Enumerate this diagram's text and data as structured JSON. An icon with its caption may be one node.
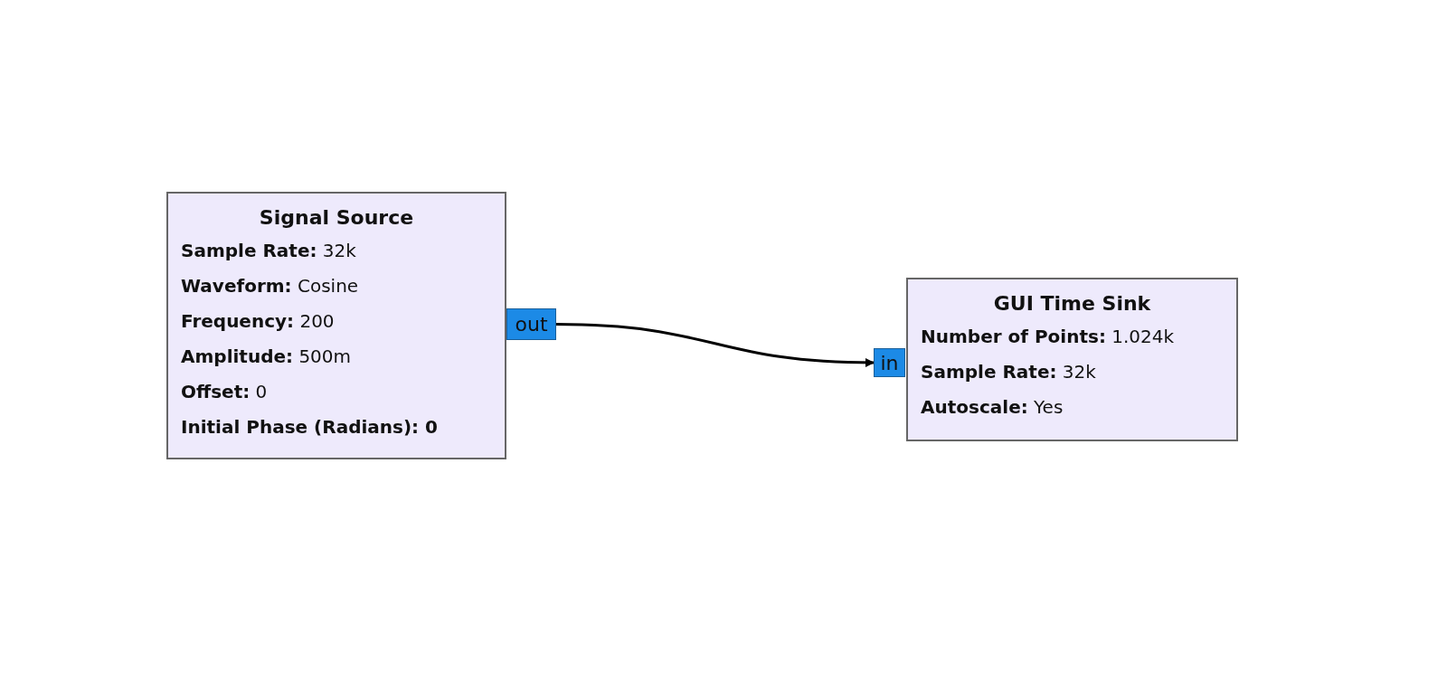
{
  "diagram": {
    "nodes": [
      {
        "text": [
          "Signal Source",
          "**Sample Rate:** 32k",
          "**Waveform:** Cosine",
          "**Frequency:** 200",
          "**Amplitude:** 500m",
          "**Offset:** 0",
          "Initial Phase (Radians): 0"
        ]
      },
      {
        "text": [
          "out"
        ]
      },
      {
        "text": [
          "GUI Time Sink",
          "**Number of Points:** 1.024k",
          "**Sample Rate:** 32k",
          "**Autoscale:** Yes"
        ]
      },
      {
        "text": [
          "in"
        ]
      }
    ],
    "edges": [
      {
        "from": 1,
        "to": 3,
        "arrow": "to"
      }
    ]
  }
}
